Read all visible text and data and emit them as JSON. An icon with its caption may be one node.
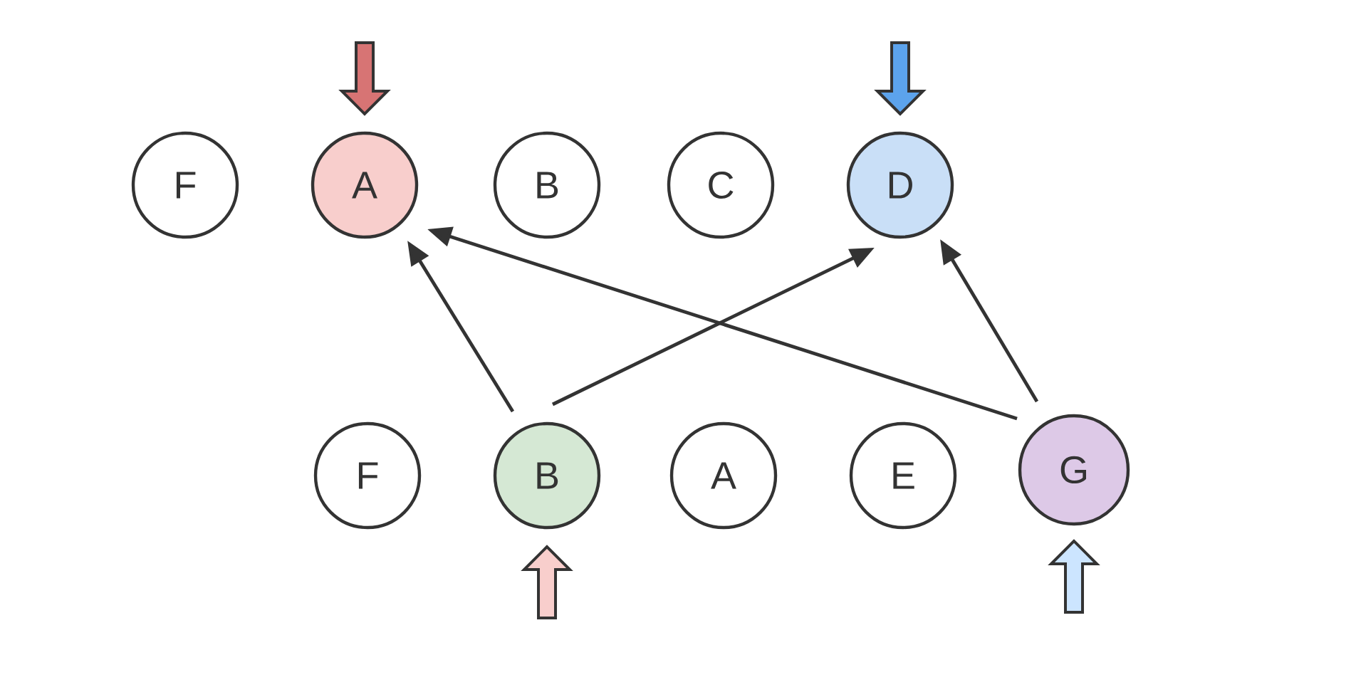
{
  "diagram": {
    "nodes": [
      {
        "text": [
          "F"
        ]
      },
      {
        "text": [
          "A"
        ]
      },
      {
        "text": [
          "B"
        ]
      },
      {
        "text": [
          "C"
        ]
      },
      {
        "text": [
          "D"
        ]
      },
      {
        "text": [
          "F"
        ]
      },
      {
        "text": [
          "B"
        ]
      },
      {
        "text": [
          "A"
        ]
      },
      {
        "text": [
          "E"
        ]
      },
      {
        "text": [
          "G"
        ]
      }
    ],
    "edges": [
      {
        "from": 6,
        "to": 1,
        "arrow": "to"
      },
      {
        "from": 6,
        "to": 4,
        "arrow": "to"
      },
      {
        "from": 9,
        "to": 1,
        "arrow": "to"
      },
      {
        "from": 9,
        "to": 4,
        "arrow": "to"
      },
      {
        "from": null,
        "to": 1,
        "arrow": "to",
        "style": "thick",
        "color": "#d77474"
      },
      {
        "from": null,
        "to": 4,
        "arrow": "to",
        "style": "thick",
        "color": "#5ca3ec"
      },
      {
        "from": null,
        "to": 6,
        "arrow": "to",
        "style": "thick",
        "color": "#f8cecc"
      },
      {
        "from": null,
        "to": 9,
        "arrow": "to",
        "style": "thick",
        "color": "#cce5ff"
      }
    ]
  }
}
